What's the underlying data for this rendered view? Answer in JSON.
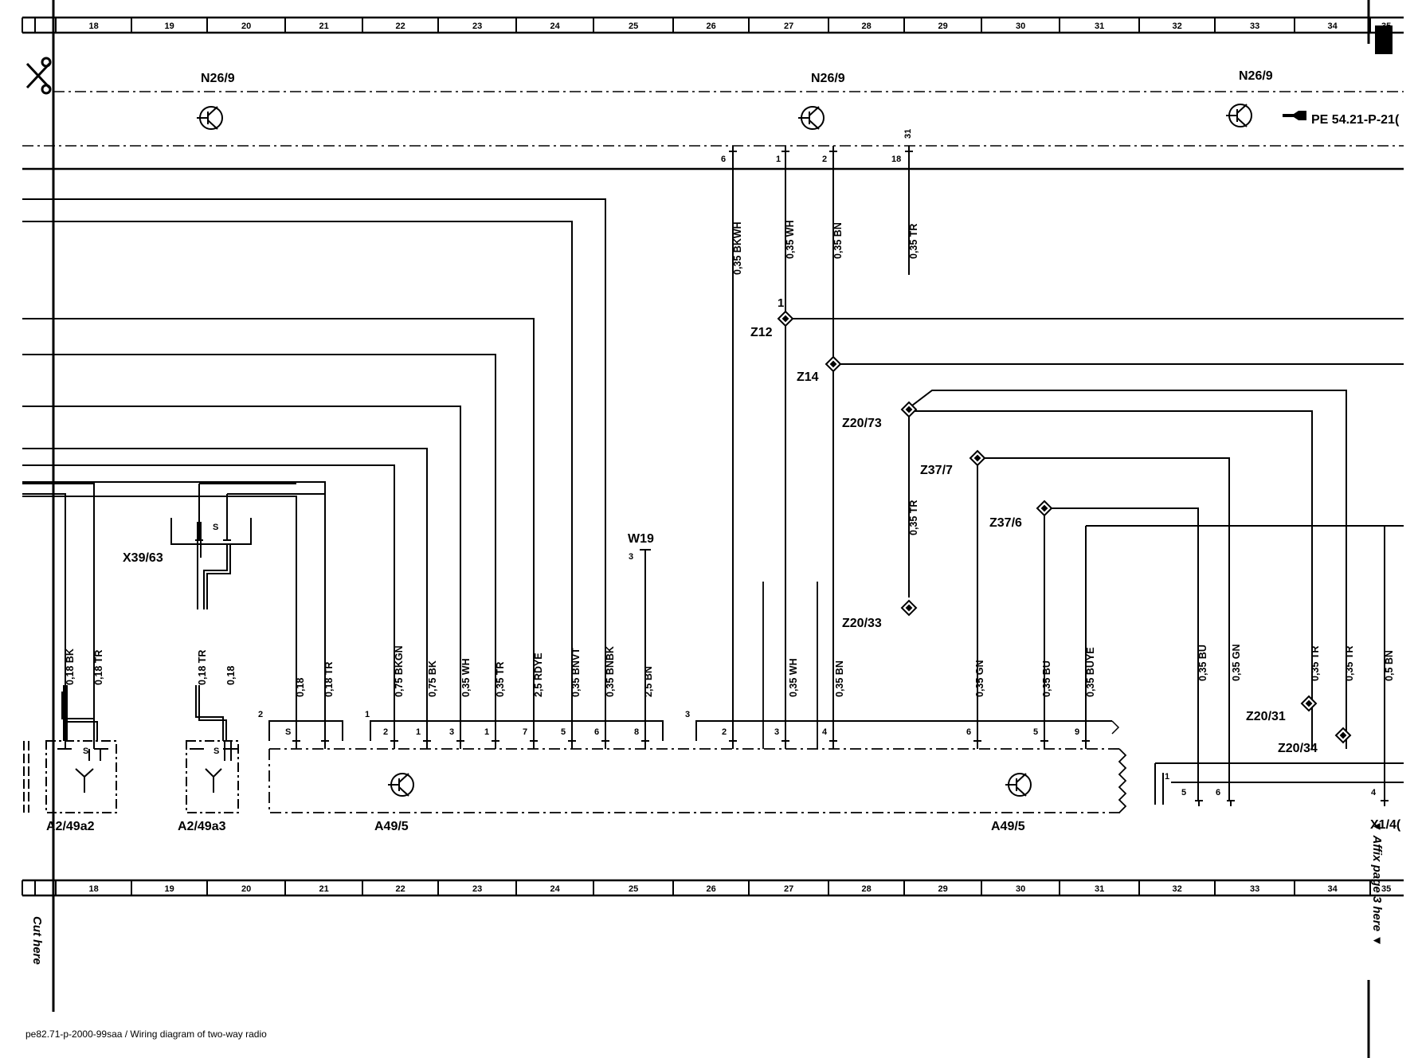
{
  "footer": {
    "caption": "pe82.71-p-2000-99saa / Wiring diagram of two-way radio"
  },
  "margin_notes": {
    "cut_here": "Cut here",
    "affix": "▼ Affix page 3 here ▼"
  },
  "grid": {
    "columns": [
      "18",
      "19",
      "20",
      "21",
      "22",
      "23",
      "24",
      "25",
      "26",
      "27",
      "28",
      "29",
      "30",
      "31",
      "32",
      "33",
      "34",
      "35"
    ]
  },
  "reference": {
    "text": "PE 54.21-P-21("
  },
  "components": {
    "n26_9_a": "N26/9",
    "n26_9_b": "N26/9",
    "n26_9_c": "N26/9",
    "x39_63": "X39/63",
    "w19": "W19",
    "a2_49a2": "A2/49a2",
    "a2_49a3": "A2/49a3",
    "a49_5_a": "A49/5",
    "a49_5_b": "A49/5",
    "x1_4": "X1/4(",
    "z12": "Z12",
    "z14": "Z14",
    "z20_73": "Z20/73",
    "z37_7": "Z37/7",
    "z37_6": "Z37/6",
    "z20_33": "Z20/33",
    "z20_31": "Z20/31",
    "z20_34": "Z20/34"
  },
  "wires": [
    {
      "id": "w_bkwh_top",
      "label": "0,35 BKWH"
    },
    {
      "id": "w_wh_top",
      "label": "0,35 WH"
    },
    {
      "id": "w_bn_top",
      "label": "0,35 BN"
    },
    {
      "id": "w_tr_top",
      "label": "0,35 TR"
    },
    {
      "id": "w_tr_mid",
      "label": "0,35 TR"
    },
    {
      "id": "w_18bk",
      "label": "0,18 BK"
    },
    {
      "id": "w_18tr_a",
      "label": "0,18 TR"
    },
    {
      "id": "w_18tr_b",
      "label": "0,18 TR"
    },
    {
      "id": "w_18_a",
      "label": "0,18"
    },
    {
      "id": "w_18_b",
      "label": "0,18"
    },
    {
      "id": "w_18tr_c",
      "label": "0,18 TR"
    },
    {
      "id": "w_75bkgn",
      "label": "0,75 BKGN"
    },
    {
      "id": "w_75bk",
      "label": "0,75 BK"
    },
    {
      "id": "w_35wh",
      "label": "0,35 WH"
    },
    {
      "id": "w_35tr",
      "label": "0,35 TR"
    },
    {
      "id": "w_25rdye",
      "label": "2,5 RDYE"
    },
    {
      "id": "w_35bnvt",
      "label": "0,35 BNVT"
    },
    {
      "id": "w_35bnbk",
      "label": "0,35 BNBK"
    },
    {
      "id": "w_25bn",
      "label": "2,5 BN"
    },
    {
      "id": "w_35wh_b",
      "label": "0,35 WH"
    },
    {
      "id": "w_35bn_b",
      "label": "0,35 BN"
    },
    {
      "id": "w_35gn",
      "label": "0,35 GN"
    },
    {
      "id": "w_35bu",
      "label": "0,35 BU"
    },
    {
      "id": "w_35buye",
      "label": "0,35 BUYE"
    },
    {
      "id": "w_35bu_r",
      "label": "0,35 BU"
    },
    {
      "id": "w_35gn_r",
      "label": "0,35 GN"
    },
    {
      "id": "w_35tr_r1",
      "label": "0,35 TR"
    },
    {
      "id": "w_35tr_r2",
      "label": "0,35 TR"
    },
    {
      "id": "w_5bn",
      "label": "0,5 BN"
    }
  ],
  "pins": {
    "n26_top": [
      "6",
      "1",
      "2",
      "18",
      "31"
    ],
    "a2_49a2_s": "S",
    "a2_49a3_s": "S",
    "x39_s": "S",
    "conn_group_2": [
      "2",
      "S"
    ],
    "conn_group_1": [
      "1",
      "2",
      "1",
      "3",
      "1",
      "7",
      "5",
      "6",
      "8"
    ],
    "conn_group_3": [
      "3",
      "2",
      "3",
      "4",
      "6",
      "5",
      "9"
    ],
    "w19_pin": "3",
    "z12_pin": "1",
    "x1_pins": [
      "1",
      "5",
      "6",
      "4"
    ]
  }
}
